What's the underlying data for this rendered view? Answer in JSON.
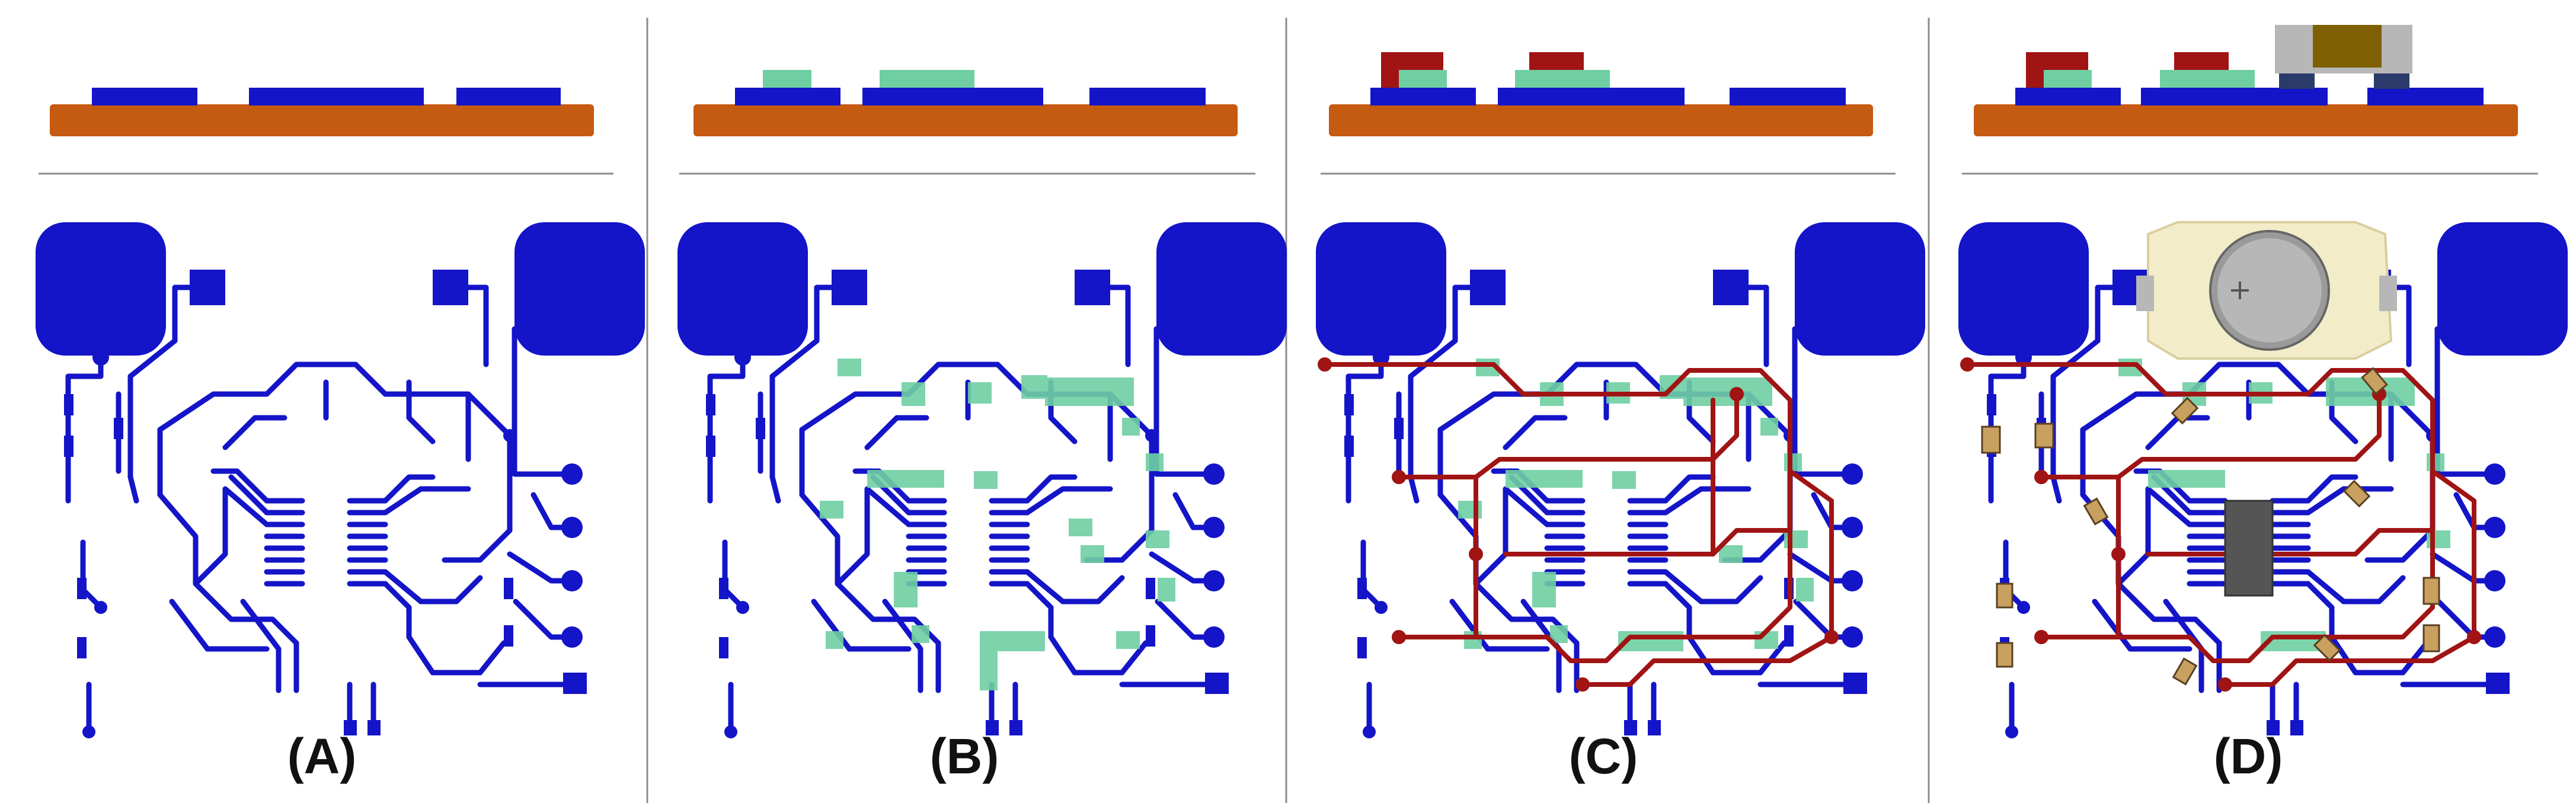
{
  "panels": [
    {
      "label": "(A)",
      "stage": "copper"
    },
    {
      "label": "(B)",
      "stage": "insulation"
    },
    {
      "label": "(C)",
      "stage": "jumper"
    },
    {
      "label": "(D)",
      "stage": "components"
    }
  ],
  "colors": {
    "substrate": "#c55a11",
    "copper": "#1414c8",
    "insulation": "#6fcfa2",
    "jumper": "#a01414",
    "divider": "#8c8c8c",
    "battery_holder": "#f2ecc8",
    "battery": "#b7b7b7",
    "chip": "#555555",
    "resistor": "#c8a060"
  },
  "icons": [
    "pcb-trace-layout",
    "coin-cell-battery-icon",
    "ic-chip-icon",
    "resistor-icon",
    "led-icon"
  ]
}
